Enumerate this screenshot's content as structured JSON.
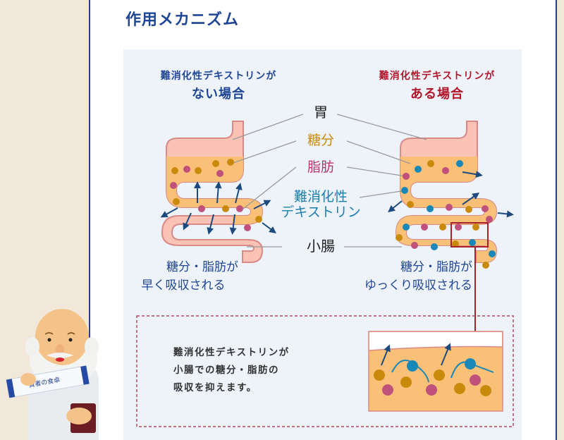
{
  "page": {
    "section_title": "作用メカニズム"
  },
  "diagram": {
    "left_heading": {
      "line1": "難消化性デキストリンが",
      "line2": "ない場合"
    },
    "right_heading": {
      "line1": "難消化性デキストリンが",
      "line2": "ある場合"
    },
    "labels": {
      "stomach": "胃",
      "sugar": "糖分",
      "fat": "脂肪",
      "dextrin_line1": "難消化性",
      "dextrin_line2": "デキストリン",
      "small_intestine": "小腸"
    },
    "left_caption": {
      "line1": "糖分・脂肪が",
      "line2": "早く吸収される"
    },
    "right_caption": {
      "line1": "糖分・脂肪が",
      "line2": "ゆっくり吸収される"
    },
    "note": {
      "line1": "難消化性デキストリンが",
      "line2": "小腸での糖分・脂肪の",
      "line3": "吸収を抑えます。"
    },
    "colors": {
      "sugar": "#c98a0c",
      "fat": "#c0517a",
      "dextrin": "#1788b8",
      "arrow": "#1c4a7e",
      "stomach": "#fbc3b6",
      "contents": "#fbc078",
      "heading_left": "#1f4596",
      "heading_right": "#b1162a"
    }
  },
  "mascot": {
    "product_label": "賢者の食卓"
  }
}
